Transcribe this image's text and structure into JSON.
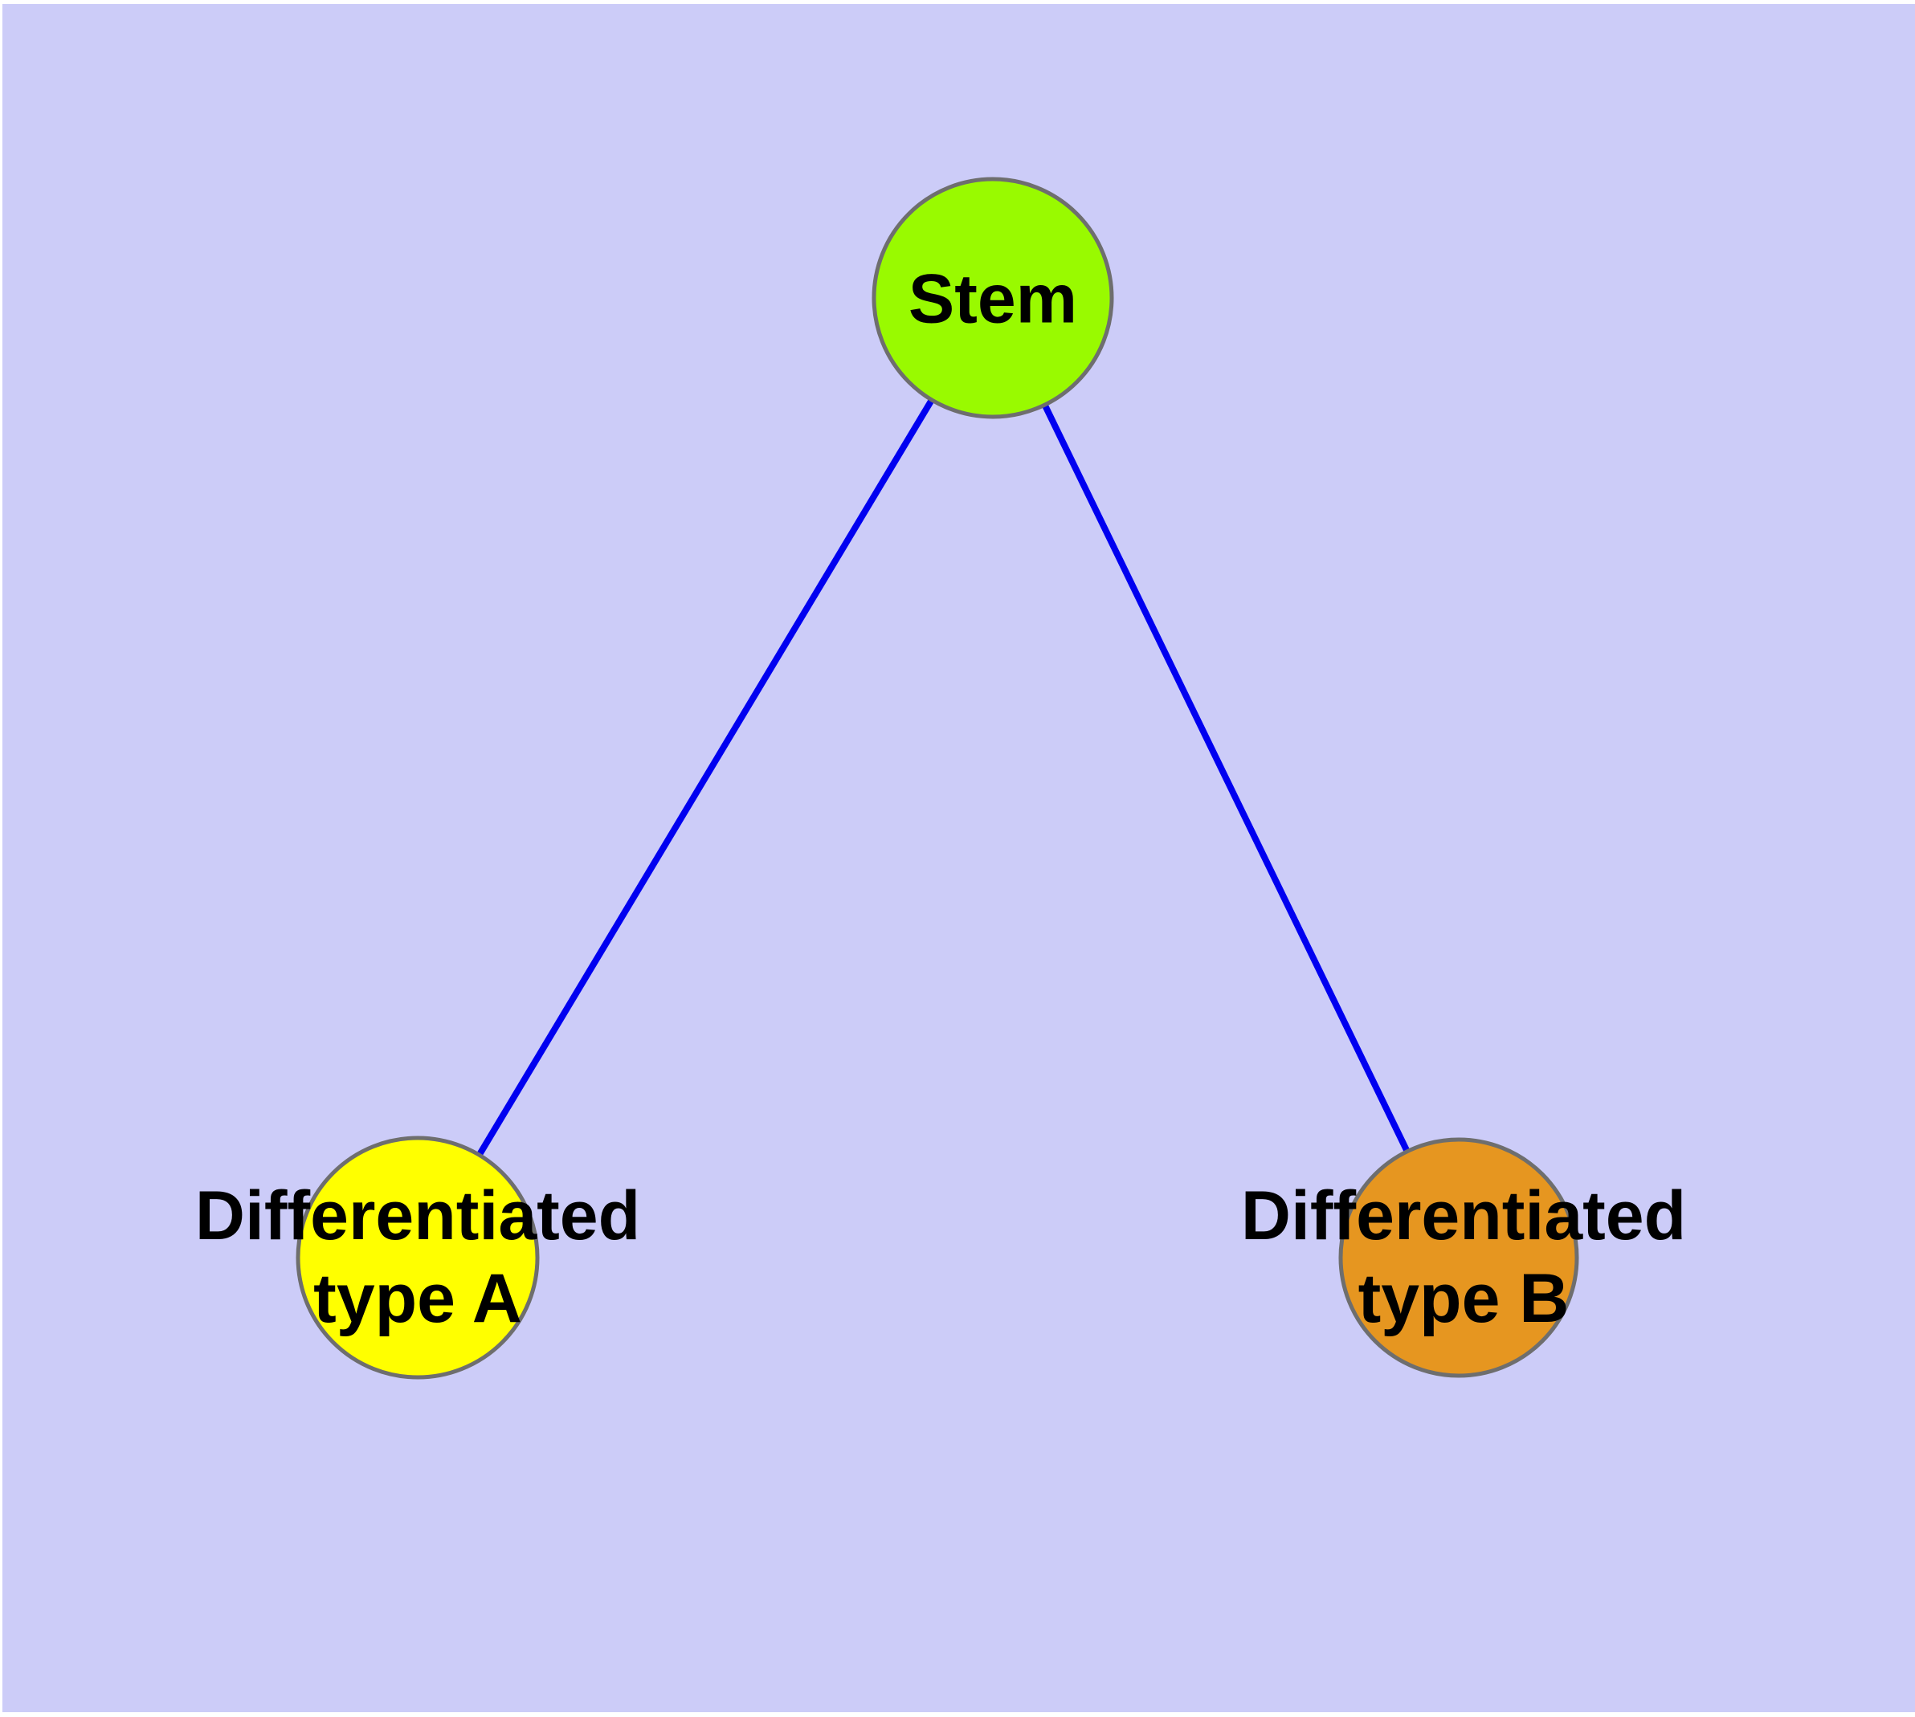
{
  "canvas": {
    "background_color": "#CCCCF8",
    "page_color": "#FFFFFF",
    "node_border_color": "#6E6E6E",
    "edge_color": "#0000F0",
    "label_color": "#000000"
  },
  "nodes": [
    {
      "id": "stem",
      "label": "Stem",
      "color": "#99FA00"
    },
    {
      "id": "differentiated-type-a",
      "label_line1": "Differentiated",
      "label_line2": "type A",
      "color": "#FFFF00"
    },
    {
      "id": "differentiated-type-b",
      "label_line1": "Differentiated",
      "label_line2": "type B",
      "color": "#E69620"
    }
  ],
  "edges": [
    {
      "from": "stem",
      "to": "differentiated-type-a"
    },
    {
      "from": "stem",
      "to": "differentiated-type-b"
    }
  ]
}
